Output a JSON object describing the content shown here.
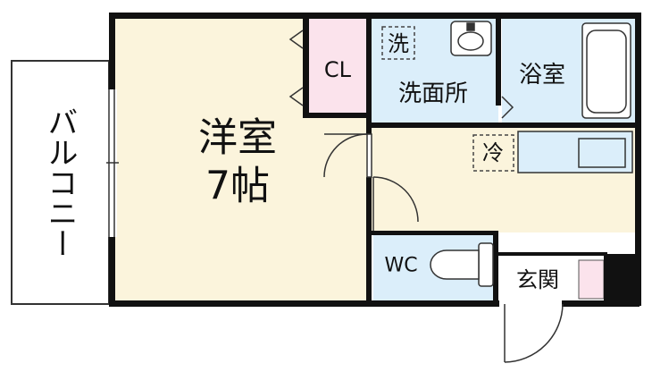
{
  "rooms": {
    "western_room": {
      "name": "洋室",
      "size": "7帖"
    },
    "closet": {
      "name": "CL"
    },
    "washroom": {
      "name": "洗面所",
      "washer_mark": "洗"
    },
    "bathroom": {
      "name": "浴室"
    },
    "kitchen": {
      "fridge_mark": "冷"
    },
    "toilet": {
      "name": "WC"
    },
    "entrance": {
      "name": "玄関"
    },
    "balcony": {
      "name": "バルコニー"
    }
  },
  "colors": {
    "western_room": "#fbf4dc",
    "kitchen": "#fbf4dc",
    "closet": "#fbe3ec",
    "washroom": "#dbeefa",
    "bathroom": "#dbeefa",
    "toilet": "#dbeefa",
    "entrance_shoebox": "#fbe3ec",
    "wall": "#111111"
  }
}
